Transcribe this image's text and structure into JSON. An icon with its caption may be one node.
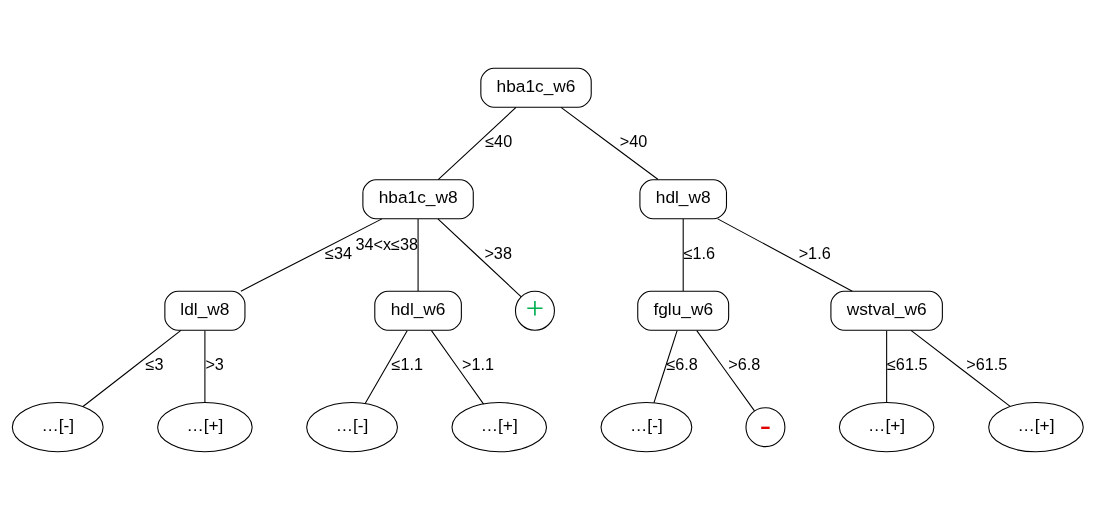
{
  "diagram": {
    "nodes": [
      {
        "text": [
          "hba1c_w6"
        ]
      },
      {
        "text": [
          "hba1c_w8"
        ]
      },
      {
        "text": [
          "hdl_w8"
        ]
      },
      {
        "text": [
          "ldl_w8"
        ]
      },
      {
        "text": [
          "hdl_w6"
        ]
      },
      {
        "text": [
          "+"
        ]
      },
      {
        "text": [
          "fglu_w6"
        ]
      },
      {
        "text": [
          "wstval_w6"
        ]
      },
      {
        "text": [
          "…[-]"
        ]
      },
      {
        "text": [
          "…[+]"
        ]
      },
      {
        "text": [
          "…[-]"
        ]
      },
      {
        "text": [
          "…[+]"
        ]
      },
      {
        "text": [
          "…[-]"
        ]
      },
      {
        "text": [
          "-"
        ]
      },
      {
        "text": [
          "…[+]"
        ]
      },
      {
        "text": [
          "…[+]"
        ]
      }
    ],
    "edges": [
      {
        "from": 0,
        "to": 1,
        "arrow": "none",
        "label": "≤40"
      },
      {
        "from": 0,
        "to": 2,
        "arrow": "none",
        "label": ">40"
      },
      {
        "from": 1,
        "to": 3,
        "arrow": "none",
        "label": "≤34"
      },
      {
        "from": 1,
        "to": 4,
        "arrow": "none",
        "label": "34<x≤38"
      },
      {
        "from": 1,
        "to": 5,
        "arrow": "none",
        "label": ">38"
      },
      {
        "from": 2,
        "to": 6,
        "arrow": "none",
        "label": "≤1.6"
      },
      {
        "from": 2,
        "to": 7,
        "arrow": "none",
        "label": ">1.6"
      },
      {
        "from": 3,
        "to": 8,
        "arrow": "none",
        "label": "≤3"
      },
      {
        "from": 3,
        "to": 9,
        "arrow": "none",
        "label": ">3"
      },
      {
        "from": 4,
        "to": 10,
        "arrow": "none",
        "label": "≤1.1"
      },
      {
        "from": 4,
        "to": 11,
        "arrow": "none",
        "label": ">1.1"
      },
      {
        "from": 6,
        "to": 12,
        "arrow": "none",
        "label": "≤6.8"
      },
      {
        "from": 6,
        "to": 13,
        "arrow": "none",
        "label": ">6.8"
      },
      {
        "from": 7,
        "to": 14,
        "arrow": "none",
        "label": "≤61.5"
      },
      {
        "from": 7,
        "to": 15,
        "arrow": "none",
        "label": ">61.5"
      }
    ]
  }
}
